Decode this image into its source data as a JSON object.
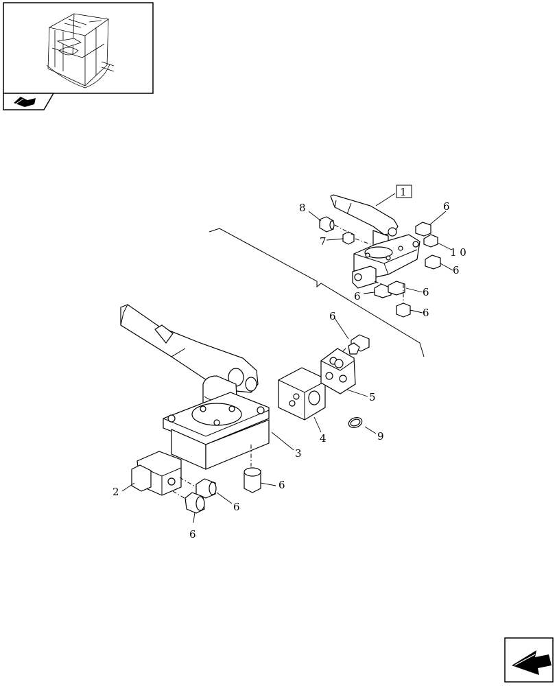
{
  "thumbnail": {
    "icon": "cab-overview-thumbnail"
  },
  "nav": {
    "back_icon": "back-arrow-icon",
    "next_icon": "next-arrow-icon"
  },
  "assembly_ref": "1",
  "callouts": {
    "c1": "2",
    "c2": "3",
    "c3": "4",
    "c4": "5",
    "c5": "9",
    "c6": "6",
    "c7": "6",
    "c8": "6",
    "c9": "6",
    "c10": "8",
    "c11": "7",
    "c12": "6",
    "c13": "1 0",
    "c14": "6",
    "c15": "6",
    "c16": "6",
    "c17": "6"
  }
}
